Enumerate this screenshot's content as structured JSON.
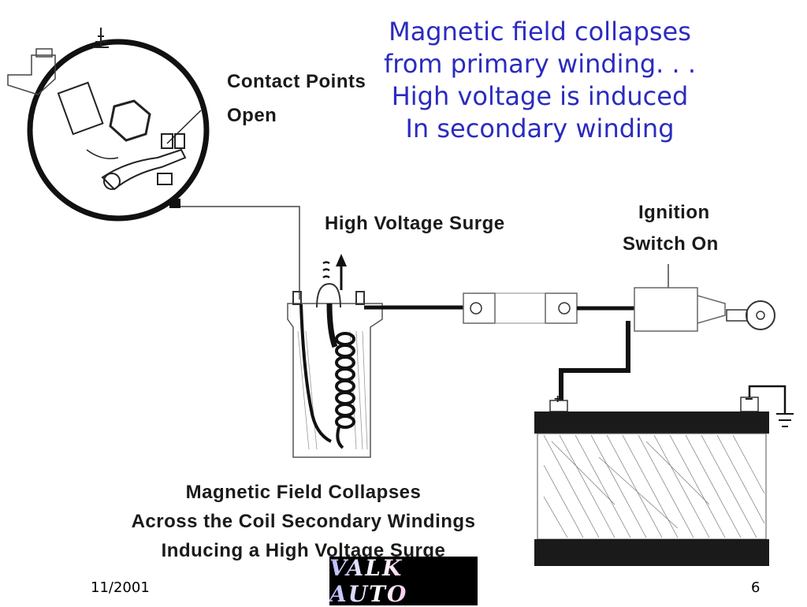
{
  "slide": {
    "title_lines": [
      "Magnetic field collapses",
      "from primary winding. . .",
      "High voltage is induced",
      "In secondary winding"
    ],
    "footer_date": "11/2001",
    "page_number": "6",
    "logo_text": "VALK AUTO"
  },
  "diagram": {
    "labels": {
      "contact_points": "Contact Points",
      "open": "Open",
      "high_voltage_surge": "High Voltage Surge",
      "ignition": "Ignition",
      "switch_on": "Switch On",
      "battery_plus": "+",
      "battery_minus": "−"
    },
    "caption_lines": [
      "Magnetic Field Collapses",
      "Across the Coil Secondary Windings",
      "Inducing a High Voltage Surge"
    ]
  },
  "colors": {
    "title": "#2b2bbf",
    "ink": "#1a1a1a",
    "background": "#ffffff"
  }
}
